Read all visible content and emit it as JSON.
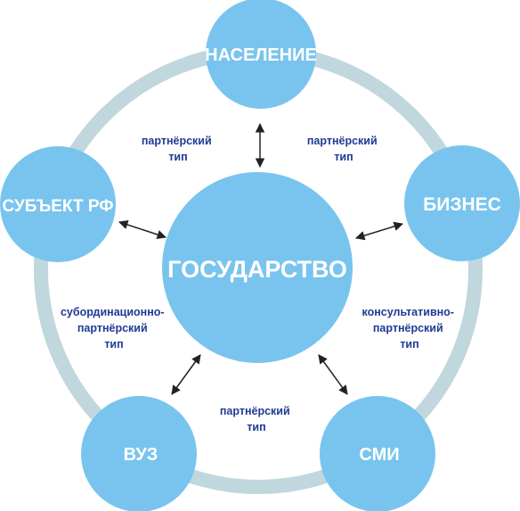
{
  "diagram": {
    "center": "ГОСУДАРСТВО",
    "nodes": {
      "population": "НАСЕЛЕНИЕ",
      "business": "БИЗНЕС",
      "media": "СМИ",
      "university": "ВУЗ",
      "region": "СУБЪЕКТ РФ"
    },
    "relations": {
      "population_left": [
        "партнёрский",
        "тип"
      ],
      "population_right": [
        "партнёрский",
        "тип"
      ],
      "business": [
        "консультативно-",
        "партнёрский",
        "тип"
      ],
      "media_university": [
        "партнёрский",
        "тип"
      ],
      "region": [
        "субординационно-",
        "партнёрский",
        "тип"
      ]
    }
  },
  "colors": {
    "ring": "#bfd7dd",
    "circle_fill": "#79c4ee",
    "node_text": "#ffffff",
    "relation_text": "#1f3a93",
    "arrow": "#222222"
  }
}
